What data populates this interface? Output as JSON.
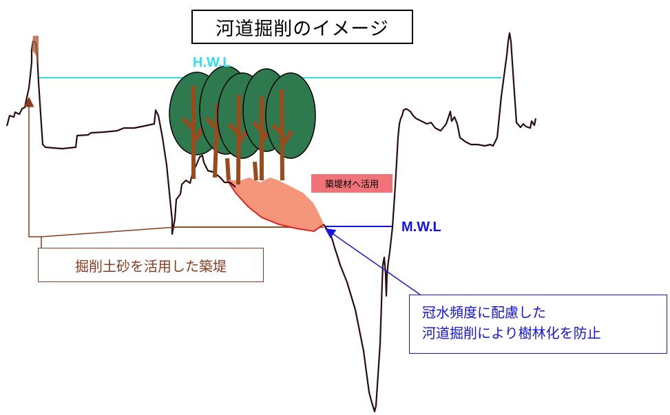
{
  "title": "河道掘削のイメージ",
  "labels": {
    "hwl": "H.W.L",
    "mwl": "M.W.L",
    "embankment_material": "築堤材へ活用"
  },
  "callouts": {
    "left": "掘削土砂を活用した築堤",
    "right_line1": "冠水頻度に配慮した",
    "right_line2": "河道掘削により樹林化を防止"
  },
  "colors": {
    "hwl_line": "#33ddee",
    "mwl_line": "#1010ee",
    "ground": "#2a0a0a",
    "tree_foliage": "#2e7a4e",
    "tree_trunk": "#9a4a1c",
    "excavation_fill": "#f5967a",
    "excavation_edge": "#e81010",
    "left_callout": "#8b3a1e",
    "right_callout": "#1414dc"
  }
}
